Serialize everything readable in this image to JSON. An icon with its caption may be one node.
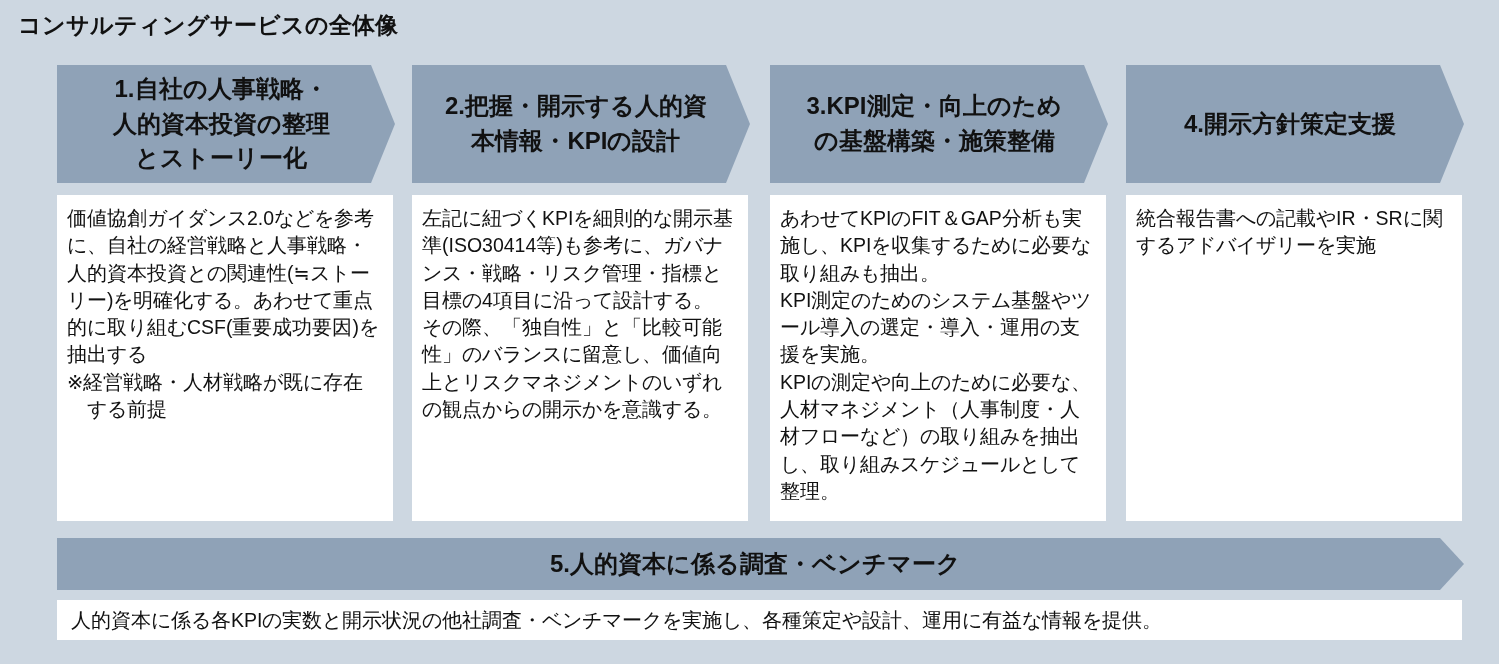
{
  "diagram": {
    "title": "コンサルティングサービスの全体像",
    "nodes": [
      {
        "text": [
          "1.自社の人事戦略・人的資本投資の整理とストーリー化"
        ]
      },
      {
        "text": [
          "価値協創ガイダンス2.0などを参考に、自社の経営戦略と人事戦略・人的資本投資との関連性(≒ストーリー)を明確化する。あわせて重点的に取り組むCSF(重要成功要因)を抽出する",
          "※経営戦略・人材戦略が既に存在する前提"
        ]
      },
      {
        "text": [
          "2.把握・開示する人的資本情報・KPIの設計"
        ]
      },
      {
        "text": [
          "左記に紐づくKPIを細則的な開示基準(ISO30414等)も参考に、ガバナンス・戦略・リスク管理・指標と目標の4項目に沿って設計する。",
          "その際、「独自性」と「比較可能性」のバランスに留意し、価値向上とリスクマネジメントのいずれの観点からの開示かを意識する。"
        ]
      },
      {
        "text": [
          "3.KPI測定・向上のための基盤構築・施策整備"
        ]
      },
      {
        "text": [
          "あわせてKPIのFIT＆GAP分析も実施し、KPIを収集するために必要な取り組みも抽出。",
          "KPI測定のためのシステム基盤やツール導入の選定・導入・運用の支援を実施。",
          "KPIの測定や向上のために必要な、人材マネジメント（人事制度・人材フローなど）の取り組みを抽出し、取り組みスケジュールとして整理。"
        ]
      },
      {
        "text": [
          "4.開示方針策定支援"
        ]
      },
      {
        "text": [
          "統合報告書への記載やIR・SRに関するアドバイザリーを実施"
        ]
      },
      {
        "text": [
          "5.人的資本に係る調査・ベンチマーク"
        ]
      },
      {
        "text": [
          "人的資本に係る各KPIの実数と開示状況の他社調査・ベンチマークを実施し、各種策定や設計、運用に有益な情報を提供。"
        ]
      }
    ],
    "edges": []
  }
}
